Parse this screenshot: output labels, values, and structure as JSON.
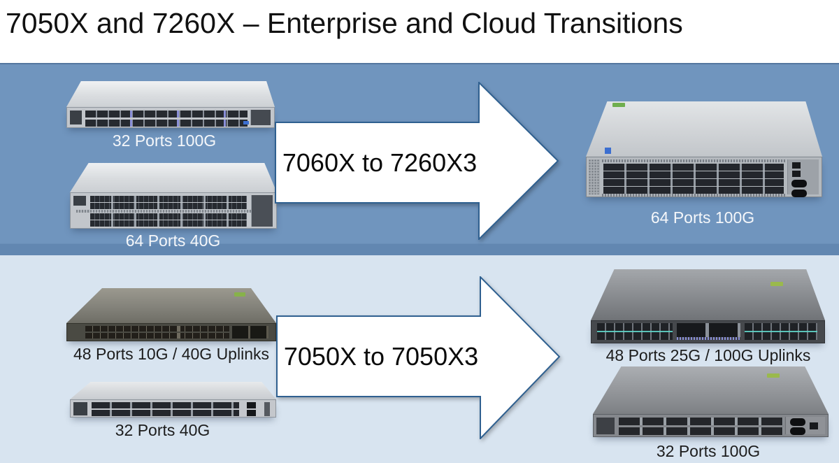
{
  "title": "7050X and 7260X – Enterprise and Cloud Transitions",
  "sections": [
    {
      "name": "enterprise-7260-transition",
      "arrow_label": "7060X to 7260X3",
      "left_switches": [
        {
          "label": "32 Ports 100G"
        },
        {
          "label": "64 Ports 40G"
        }
      ],
      "right_switches": [
        {
          "label": "64 Ports 100G"
        }
      ]
    },
    {
      "name": "cloud-7050-transition",
      "arrow_label": "7050X to 7050X3",
      "left_switches": [
        {
          "label": "48 Ports 10G / 40G Uplinks"
        },
        {
          "label": "32 Ports 40G"
        }
      ],
      "right_switches": [
        {
          "label": "48 Ports 25G / 100G Uplinks"
        },
        {
          "label": "32 Ports 100G"
        }
      ]
    }
  ],
  "colors": {
    "top_band": "#7095be",
    "bottom_band": "#d8e4f0",
    "arrow_fill": "#ffffff",
    "arrow_border": "#2f6090",
    "title_color": "#111111",
    "top_label_color": "#f5f7fa",
    "bottom_label_color": "#1c1c1c"
  }
}
